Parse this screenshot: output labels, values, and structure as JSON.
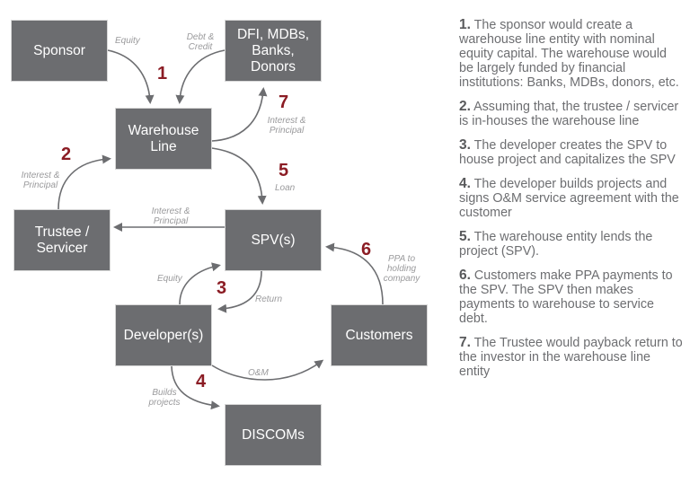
{
  "colors": {
    "box": "#6c6d70",
    "number": "#8b1c24",
    "label": "#9a9a9c",
    "text": "#6d6e71",
    "arrow": "#6c6d70"
  },
  "boxes": {
    "sponsor": "Sponsor",
    "dfi": "DFI, MDBs, Banks, Donors",
    "warehouse": "Warehouse Line",
    "trustee": "Trustee / Servicer",
    "spv": "SPV(s)",
    "developer": "Developer(s)",
    "customers": "Customers",
    "discoms": "DISCOMs"
  },
  "flow_labels": {
    "equity_top": "Equity",
    "debt_credit": "Debt & Credit",
    "interest_principal_7": "Interest & Principal",
    "interest_principal_2": "Interest & Principal",
    "loan": "Loan",
    "interest_principal_spv": "Interest & Principal",
    "equity_dev": "Equity",
    "return": "Return",
    "ppa": "PPA to holding company",
    "om": "O&M",
    "builds": "Builds projects"
  },
  "step_numbers": [
    "1",
    "2",
    "3",
    "4",
    "5",
    "6",
    "7"
  ],
  "notes": [
    {
      "num": "1.",
      "text": "The sponsor would create a warehouse line entity with nominal equity capital. The warehouse would be largely funded by financial institutions: Banks, MDBs, donors, etc."
    },
    {
      "num": "2.",
      "text": "Assuming that, the trustee / servicer is in-houses the warehouse line"
    },
    {
      "num": "3.",
      "text": "The developer creates the SPV to house project and capitalizes the SPV"
    },
    {
      "num": "4.",
      "text": "The developer builds projects and signs O&M service agreement with the customer"
    },
    {
      "num": "5.",
      "text": "The warehouse entity lends the project (SPV)."
    },
    {
      "num": "6.",
      "text": "Customers make PPA payments to the SPV. The SPV then makes payments to warehouse to service debt."
    },
    {
      "num": "7.",
      "text": "The Trustee would payback return to the investor in the warehouse line entity"
    }
  ]
}
